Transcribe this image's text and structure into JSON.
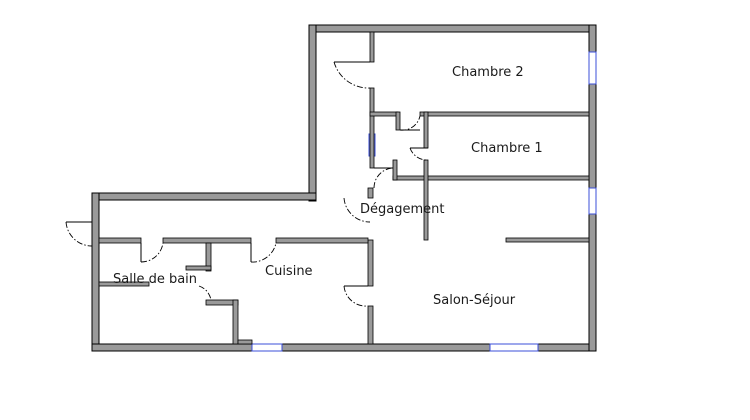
{
  "plan": {
    "rooms": [
      {
        "id": "chambre-2",
        "label": "Chambre 2"
      },
      {
        "id": "chambre-1",
        "label": "Chambre 1"
      },
      {
        "id": "degagement",
        "label": "Dégagement"
      },
      {
        "id": "cuisine",
        "label": "Cuisine"
      },
      {
        "id": "salle-de-bain",
        "label": "Salle de bain"
      },
      {
        "id": "salon-sejour",
        "label": "Salon-Séjour"
      }
    ]
  }
}
